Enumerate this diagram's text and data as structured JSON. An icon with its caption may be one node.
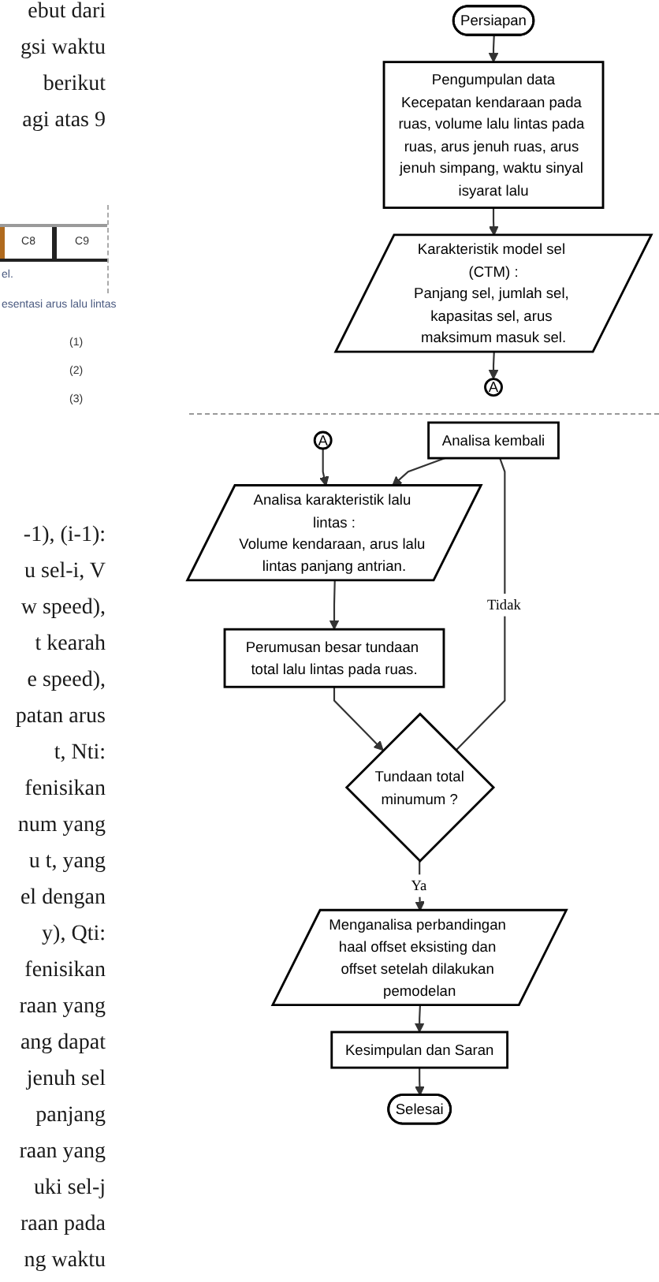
{
  "diagram": {
    "nodes": [
      {
        "text": [
          "Persiapan"
        ]
      },
      {
        "text": [
          "Pengumpulan data",
          "Kecepatan kendaraan pada ruas, volume lalu lintas pada ruas, arus jenuh ruas, arus jenuh simpang, waktu sinyal isyarat lalu"
        ]
      },
      {
        "text": [
          "Karakteristik model sel (CTM) :",
          "Panjang sel, jumlah sel, kapasitas sel, arus maksimum masuk sel."
        ]
      },
      {
        "text": [
          "A"
        ]
      },
      {
        "text": [
          "A"
        ]
      },
      {
        "text": [
          "Analisa kembali"
        ]
      },
      {
        "text": [
          "Analisa karakteristik lalu lintas :",
          "Volume kendaraan, arus lalu lintas panjang antrian."
        ]
      },
      {
        "text": [
          "Perumusan besar tundaan total lalu lintas pada ruas."
        ]
      },
      {
        "text": [
          "Tundaan total minumum ?"
        ]
      },
      {
        "text": [
          "Menganalisa perbandingan haal offset eksisting dan offset setelah dilakukan pemodelan"
        ]
      },
      {
        "text": [
          "Kesimpulan dan Saran"
        ]
      },
      {
        "text": [
          "Selesai"
        ]
      }
    ],
    "edges": [
      {
        "from": 0,
        "to": 1,
        "arrow": "to"
      },
      {
        "from": 1,
        "to": 2,
        "arrow": "to"
      },
      {
        "from": 2,
        "to": 3,
        "arrow": "to"
      },
      {
        "from": 4,
        "to": 6,
        "arrow": "to"
      },
      {
        "from": 5,
        "to": 6,
        "arrow": "to"
      },
      {
        "from": 6,
        "to": 7,
        "arrow": "to"
      },
      {
        "from": 7,
        "to": 8,
        "arrow": "to"
      },
      {
        "from": 8,
        "to": 5,
        "arrow": "none",
        "label": "Tidak"
      },
      {
        "from": 8,
        "to": 9,
        "arrow": "to",
        "label": "Ya"
      },
      {
        "from": 9,
        "to": 10,
        "arrow": "to"
      },
      {
        "from": 10,
        "to": 11,
        "arrow": "to"
      }
    ],
    "labels": [
      "ebut dari",
      "gsi waktu",
      "berikut",
      "agi atas 9",
      "C8",
      "C9",
      "el.",
      "esentasi arus lalu lintas",
      "(1)",
      "(2)",
      "(3)",
      "-1), (i-1):",
      "u sel-i, V",
      "w speed),",
      "t kearah",
      "e speed),",
      "patan arus",
      "t, Nti:",
      "fenisikan",
      "num yang",
      "u t, yang",
      "el dengan",
      "y), Qti:",
      "fenisikan",
      "raan yang",
      "ang dapat",
      "jenuh sel",
      "panjang",
      "raan yang",
      "uki sel-j",
      "raan pada",
      "ng waktu"
    ]
  }
}
